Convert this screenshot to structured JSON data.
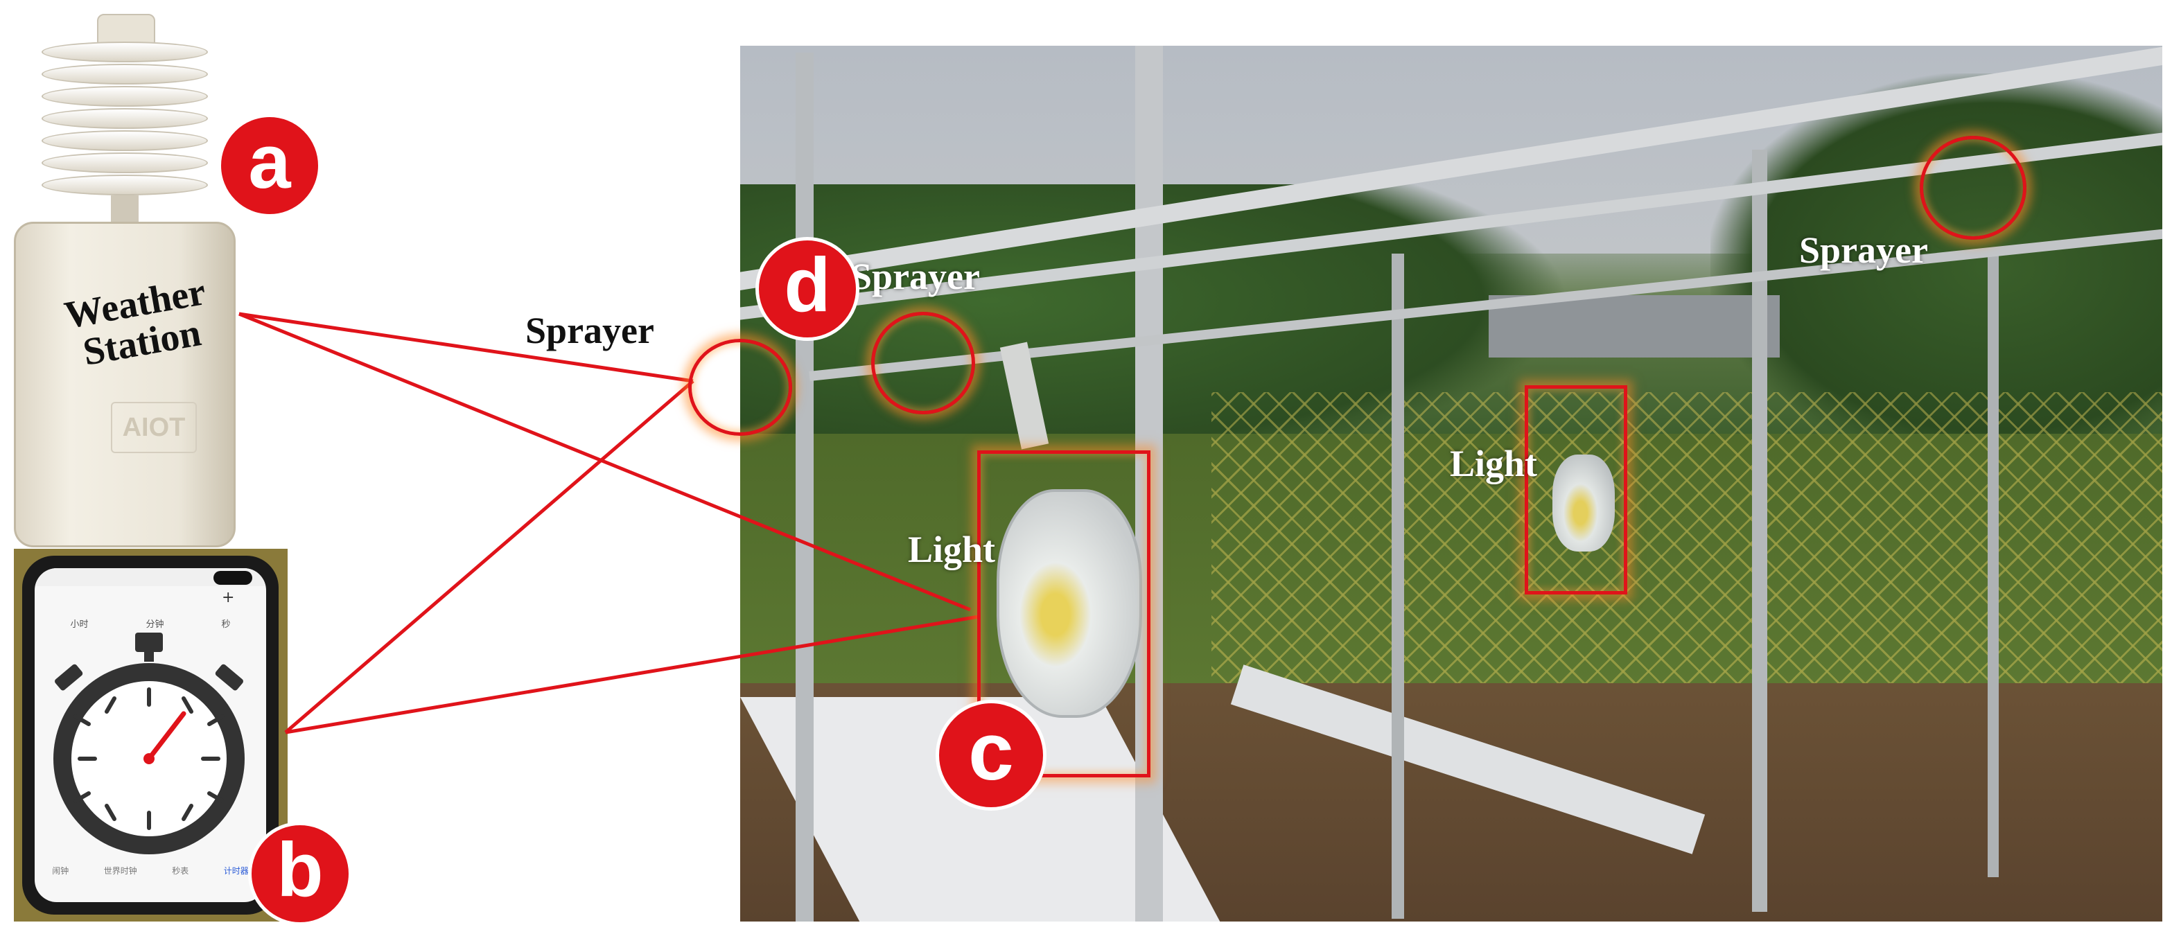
{
  "panels": {
    "a": {
      "badge": "a",
      "label": "Weather\nStation",
      "logo": "AIOT"
    },
    "b": {
      "badge": "b"
    },
    "c": {
      "badge": "c"
    },
    "d": {
      "badge": "d"
    }
  },
  "labels": {
    "sprayer_left": "Sprayer",
    "sprayer_d": "Sprayer",
    "sprayer_right": "Sprayer",
    "light_left": "Light",
    "light_right": "Light"
  },
  "phone": {
    "tabs": [
      "小时",
      "分钟",
      "秒"
    ],
    "bottom_nav": [
      "闹钟",
      "世界时钟",
      "秒表",
      "计时器"
    ]
  },
  "colors": {
    "accent_red": "#e0131a",
    "glow_orange": "#ff8c28"
  }
}
